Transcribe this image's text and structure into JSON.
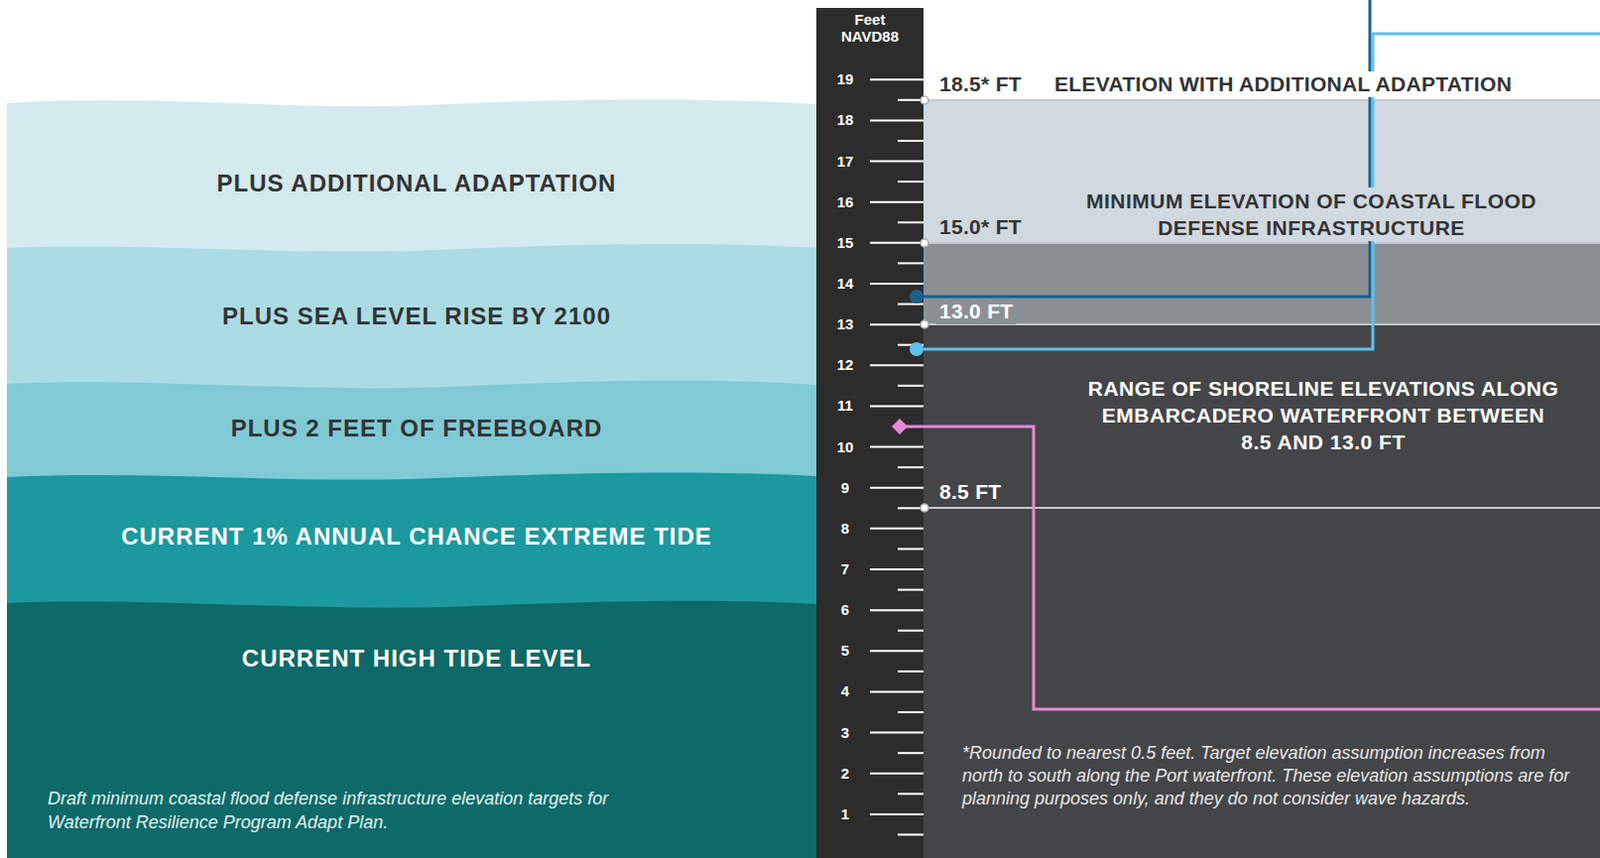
{
  "diagram": {
    "caption": "Draft minimum coastal flood defense infrastructure elevation targets for Waterfront Resilience Program Adapt Plan.",
    "nodes": [
      {
        "text": [
          "PLUS ADDITIONAL ADAPTATION"
        ]
      },
      {
        "text": [
          "PLUS SEA LEVEL RISE BY 2100"
        ]
      },
      {
        "text": [
          "PLUS 2 FEET OF FREEBOARD"
        ]
      },
      {
        "text": [
          "CURRENT 1% ANNUAL CHANCE EXTREME TIDE"
        ]
      },
      {
        "text": [
          "CURRENT HIGH TIDE LEVEL"
        ]
      },
      {
        "text": [
          "MINIMUM ELEVATION OF COASTAL FLOOD DEFENSE INFRASTRUCTURE"
        ]
      },
      {
        "text": [
          "RANGE OF SHORELINE ELEVATIONS ALONG EMBARCADERO WATERFRONT BETWEEN 8.5 AND 13.0 FT"
        ]
      }
    ],
    "labels": [
      "Feet NAVD88",
      "19",
      "18",
      "17",
      "16",
      "15",
      "14",
      "13",
      "12",
      "11",
      "10",
      "9",
      "8",
      "7",
      "6",
      "5",
      "4",
      "3",
      "2",
      "1",
      "18.5* FT",
      "ELEVATION WITH ADDITIONAL ADAPTATION",
      "15.0* FT",
      "13.0 FT",
      "8.5 FT",
      "*Rounded to nearest 0.5 feet. Target elevation assumption increases from north to south along the Port waterfront. These elevation assumptions are for planning purposes only, and they do not consider wave hazards."
    ]
  }
}
